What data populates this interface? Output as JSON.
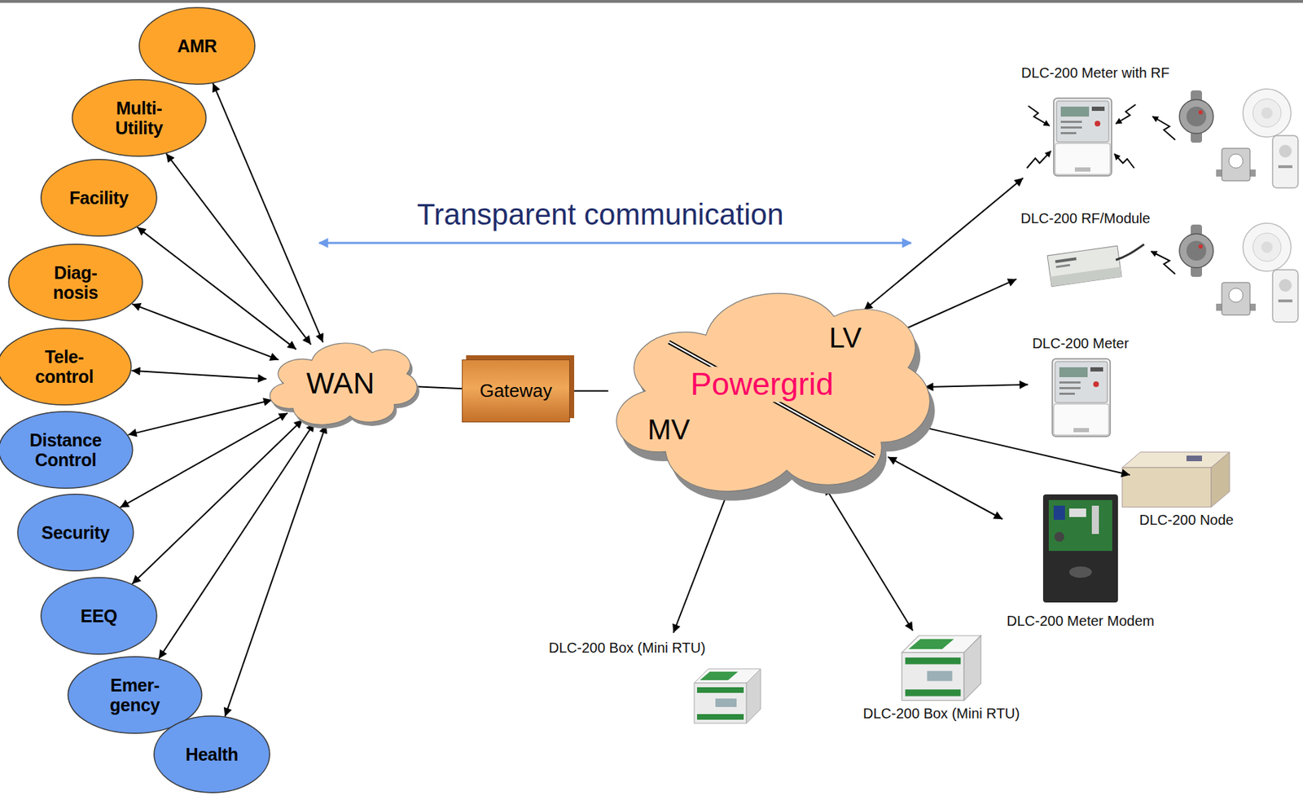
{
  "diagram": {
    "nodes": [
      {
        "text": [
          "AMR"
        ]
      },
      {
        "text": [
          "Multi- Utility"
        ]
      },
      {
        "text": [
          "Facility"
        ]
      },
      {
        "text": [
          "Diag- nosis"
        ]
      },
      {
        "text": [
          "Tele- control"
        ]
      },
      {
        "text": [
          "Distance Control"
        ]
      },
      {
        "text": [
          "Security"
        ]
      },
      {
        "text": [
          "EEQ"
        ]
      },
      {
        "text": [
          "Emer- gency"
        ]
      },
      {
        "text": [
          "Health"
        ]
      },
      {
        "text": [
          "WAN"
        ]
      },
      {
        "text": [
          "Gateway"
        ]
      },
      {
        "text": [
          "Powergrid",
          "LV",
          "MV"
        ]
      },
      {
        "text": [
          "DLC-200 Meter with RF"
        ]
      },
      {
        "text": [
          "DLC-200 RF/Module"
        ]
      },
      {
        "text": [
          "DLC-200 Meter"
        ]
      },
      {
        "text": [
          "DLC-200 Node"
        ]
      },
      {
        "text": [
          "DLC-200 Meter Modem"
        ]
      },
      {
        "text": [
          "DLC-200 Box (Mini RTU)"
        ]
      },
      {
        "text": [
          "DLC-200 Box (Mini RTU)"
        ]
      }
    ],
    "edges": [
      {
        "from": 0,
        "to": 10,
        "arrow": "both"
      },
      {
        "from": 1,
        "to": 10,
        "arrow": "both"
      },
      {
        "from": 2,
        "to": 10,
        "arrow": "both"
      },
      {
        "from": 3,
        "to": 10,
        "arrow": "both"
      },
      {
        "from": 4,
        "to": 10,
        "arrow": "both"
      },
      {
        "from": 5,
        "to": 10,
        "arrow": "both"
      },
      {
        "from": 6,
        "to": 10,
        "arrow": "both"
      },
      {
        "from": 7,
        "to": 10,
        "arrow": "both"
      },
      {
        "from": 8,
        "to": 10,
        "arrow": "both"
      },
      {
        "from": 9,
        "to": 10,
        "arrow": "both"
      },
      {
        "from": 10,
        "to": 11,
        "arrow": "none"
      },
      {
        "from": 11,
        "to": 12,
        "arrow": "none"
      },
      {
        "from": 12,
        "to": 13,
        "arrow": "both"
      },
      {
        "from": 12,
        "to": 14,
        "arrow": "both"
      },
      {
        "from": 12,
        "to": 15,
        "arrow": "both"
      },
      {
        "from": 12,
        "to": 16,
        "arrow": "both"
      },
      {
        "from": 12,
        "to": 17,
        "arrow": "both"
      },
      {
        "from": 12,
        "to": 18,
        "arrow": "both"
      },
      {
        "from": 12,
        "to": 19,
        "arrow": "both"
      }
    ],
    "labels": [
      "Transparent communication"
    ]
  }
}
